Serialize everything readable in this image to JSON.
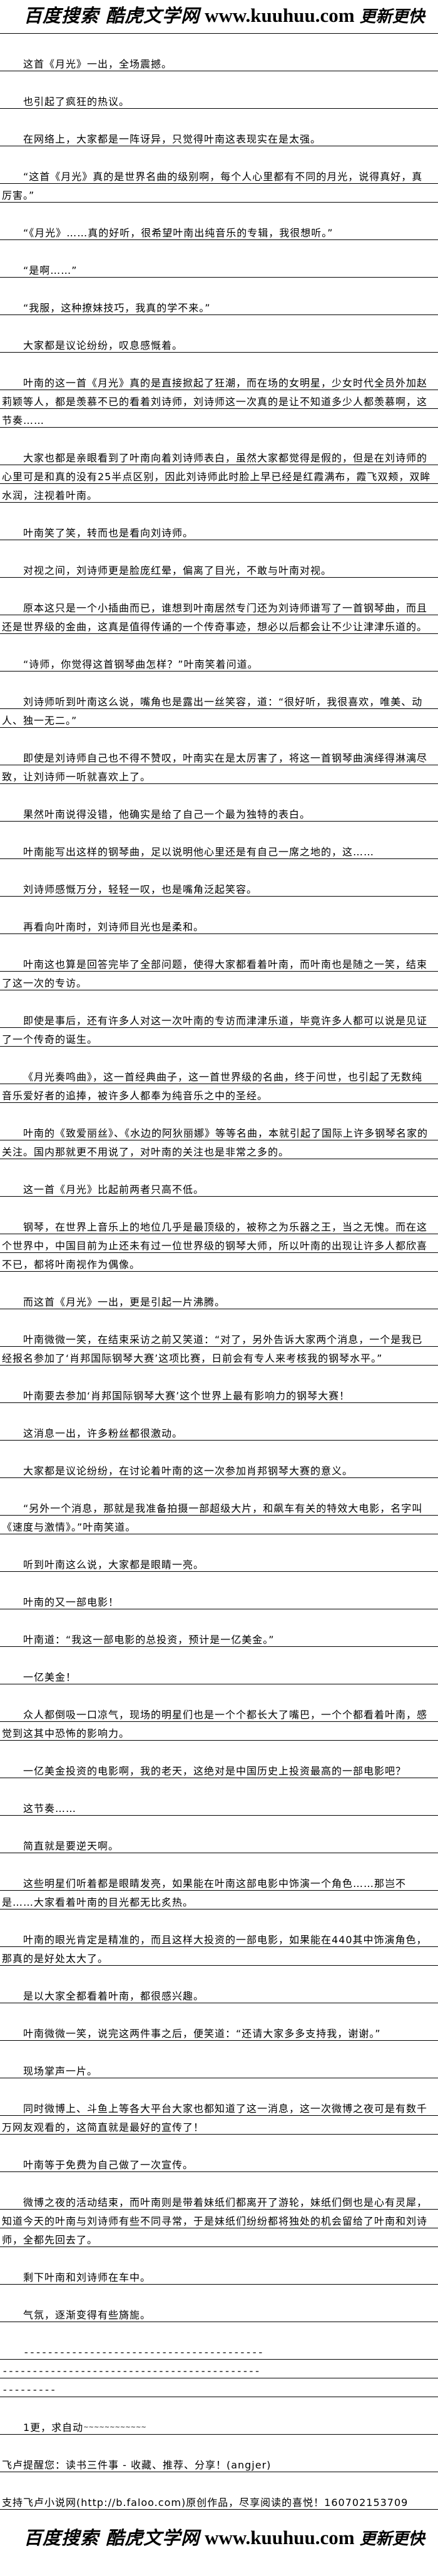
{
  "site_logo": {
    "left": "百度搜索 酷虎文学网",
    "url": "www.kuuhuu.com",
    "right": "更新更快"
  },
  "paragraphs": [
    "这首《月光》一出，全场震撼。",
    "也引起了疯狂的热议。",
    "在网络上，大家都是一阵讶异，只觉得叶南这表现实在是太强。",
    "“这首《月光》真的是世界名曲的级别啊，每个人心里都有不同的月光，说得真好，真厉害。”",
    "“《月光》……真的好听，很希望叶南出纯音乐的专辑，我很想听。”",
    "“是啊……”",
    "“我服，这种撩妹技巧，我真的学不来。”",
    "大家都是议论纷纷，叹息感慨着。",
    "叶南的这一首《月光》真的是直接掀起了狂潮，而在场的女明星，少女时代全员外加赵莉颖等人，都是羡慕不已的看着刘诗师，刘诗师这一次真的是让不知道多少人都羡慕啊，这节奏……",
    "大家也都是亲眼看到了叶南向着刘诗师表白，虽然大家都觉得是假的，但是在刘诗师的心里可是和真的没有25半点区别，因此刘诗师此时脸上早已经是红霞满布，霞飞双颊，双眸水润，注视着叶南。",
    "叶南笑了笑，转而也是看向刘诗师。",
    "对视之间，刘诗师更是脸庞红晕，偏离了目光，不敢与叶南对视。",
    "原本这只是一个小插曲而已，谁想到叶南居然专门还为刘诗师谱写了一首钢琴曲，而且还是世界级的金曲，这真是值得传诵的一个传奇事迹，想必以后都会让不少让津津乐道的。",
    "“诗师，你觉得这首钢琴曲怎样？”叶南笑着问道。",
    "刘诗师听到叶南这么说，嘴角也是露出一丝笑容，道：“很好听，我很喜欢，唯美、动人、独一无二。”",
    "即使是刘诗师自己也不得不赞叹，叶南实在是太厉害了，将这一首钢琴曲演绎得淋漓尽致，让刘诗师一听就喜欢上了。",
    "果然叶南说得没错，他确实是给了自己一个最为独特的表白。",
    "叶南能写出这样的钢琴曲，足以说明他心里还是有自己一席之地的，这……",
    "刘诗师感慨万分，轻轻一叹，也是嘴角泛起笑容。",
    "再看向叶南时，刘诗师目光也是柔和。",
    "叶南这也算是回答完毕了全部问题，使得大家都看着叶南，而叶南也是随之一笑，结束了这一次的专访。",
    "即使是事后，还有许多人对这一次叶南的专访而津津乐道，毕竟许多人都可以说是见证了一个传奇的诞生。",
    "《月光奏鸣曲》，这一首经典曲子，这一首世界级的名曲，终于问世，也引起了无数纯音乐爱好者的追捧，被许多人都奉为纯音乐之中的圣经。",
    "叶南的《致爱丽丝》、《水边的阿狄丽娜》等等名曲，本就引起了国际上许多钢琴名家的关注。国内那就更不用说了，对叶南的关注也是非常之多的。",
    "这一首《月光》比起前两者只高不低。",
    "钢琴，在世界上音乐上的地位几乎是最顶级的，被称之为乐器之王，当之无愧。而在这个世界中，中国目前为止还未有过一位世界级的钢琴大师，所以叶南的出现让许多人都欣喜不已，都将叶南视作为偶像。",
    "而这首《月光》一出，更是引起一片沸腾。",
    "叶南微微一笑，在结束采访之前又笑道：“对了，另外告诉大家两个消息，一个是我已经报名参加了‘肖邦国际钢琴大赛’这项比赛，日前会有专人来考核我的钢琴水平。”",
    "叶南要去参加‘肖邦国际钢琴大赛’这个世界上最有影响力的钢琴大赛！",
    "这消息一出，许多粉丝都很激动。",
    "大家都是议论纷纷，在讨论着叶南的这一次参加肖邦钢琴大赛的意义。",
    "“另外一个消息，那就是我准备拍摄一部超级大片，和飙车有关的特效大电影，名字叫《速度与激情》。”叶南笑道。",
    "听到叶南这么说，大家都是眼睛一亮。",
    "叶南的又一部电影！",
    "叶南道：“我这一部电影的总投资，预计是一亿美金。”",
    "一亿美金！",
    "众人都倒吸一口凉气，现场的明星们也是一个个都长大了嘴巴，一个个都看着叶南，感觉到这其中恐怖的影响力。",
    "一亿美金投资的电影啊，我的老天，这绝对是中国历史上投资最高的一部电影吧？",
    "这节奏……",
    "简直就是要逆天啊。",
    "这些明星们听着都是眼睛发亮，如果能在叶南这部电影中饰演一个角色……那岂不是……大家看着叶南的目光都无比炙热。",
    "叶南的眼光肯定是精准的，而且这样大投资的一部电影，如果能在440其中饰演角色，那真的是好处太大了。",
    "是以大家全都看着叶南，都很感兴趣。",
    "叶南微微一笑，说完这两件事之后，便笑道：“还请大家多多支持我，谢谢。”",
    "现场掌声一片。",
    "同时微博上、斗鱼上等各大平台大家也都知道了这一消息，这一次微博之夜可是有数千万网友观看的，这简直就是最好的宣传了！",
    "叶南等于免费为自己做了一次宣传。",
    "微博之夜的活动结束，而叶南则是带着妹纸们都离开了游轮，妹纸们倒也是心有灵犀，知道今天的叶南与刘诗师有些不同寻常，于是妹纸们纷纷都将独处的机会留给了叶南和刘诗师，全都先回去了。",
    "剩下叶南和刘诗师在车中。",
    "气氛，逐渐变得有些旖旎。"
  ],
  "divider_lines": [
    "----------------------------------------",
    "-------------------------------------------",
    "---------"
  ],
  "author_note": {
    "text": "1更，求自动",
    "tildes": "~~~~~~~~~~~~"
  },
  "footer": {
    "reminder": "飞卢提醒您：读书三件事 - 收藏、推荐、分享！(angjer)",
    "support": "支持飞卢小说网(http://b.faloo.com)原创作品，尽享阅读的喜悦！160702153709"
  }
}
